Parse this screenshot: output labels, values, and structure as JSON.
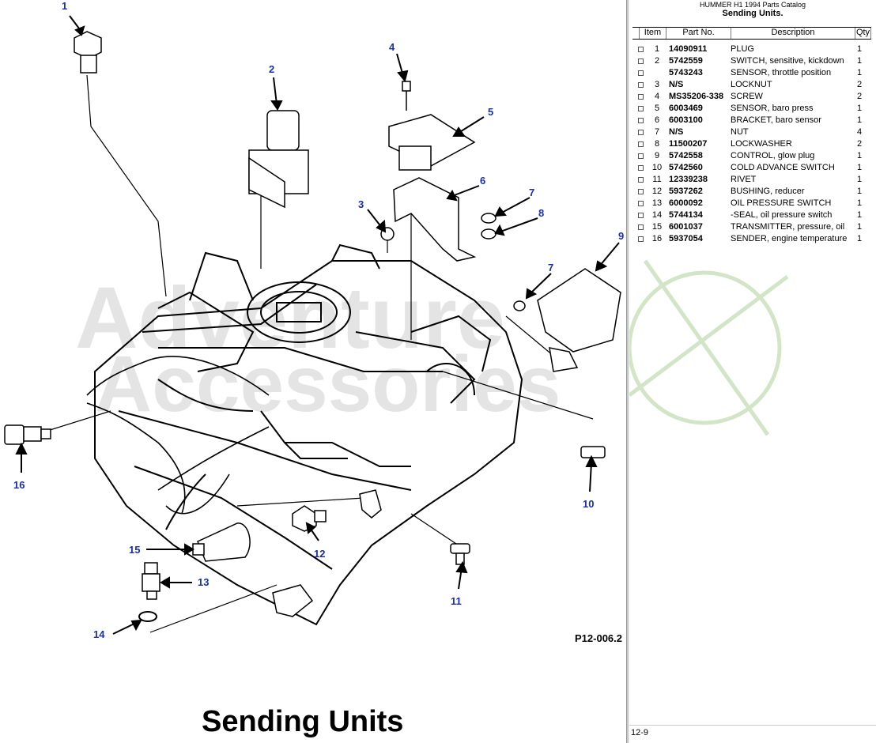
{
  "catalog": {
    "name": "HUMMER H1 1994 Parts Catalog",
    "section_title": "Sending Units."
  },
  "table": {
    "headers": {
      "item": "Item",
      "part": "Part No.",
      "description": "Description",
      "qty": "Qty"
    },
    "rows": [
      {
        "item": "1",
        "part": "14090911",
        "description": "PLUG",
        "qty": "1"
      },
      {
        "item": "2",
        "part": "5742559",
        "description": "SWITCH, sensitive, kickdown",
        "qty": "1"
      },
      {
        "item": "",
        "part": "5743243",
        "description": "SENSOR, throttle position",
        "qty": "1"
      },
      {
        "item": "3",
        "part": "N/S",
        "description": "LOCKNUT",
        "qty": "2"
      },
      {
        "item": "4",
        "part": "MS35206-338",
        "description": "SCREW",
        "qty": "2"
      },
      {
        "item": "5",
        "part": "6003469",
        "description": "SENSOR, baro press",
        "qty": "1"
      },
      {
        "item": "6",
        "part": "6003100",
        "description": "BRACKET, baro sensor",
        "qty": "1"
      },
      {
        "item": "7",
        "part": "N/S",
        "description": "NUT",
        "qty": "4"
      },
      {
        "item": "8",
        "part": "11500207",
        "description": "LOCKWASHER",
        "qty": "2"
      },
      {
        "item": "9",
        "part": "5742558",
        "description": "CONTROL, glow plug",
        "qty": "1"
      },
      {
        "item": "10",
        "part": "5742560",
        "description": "COLD ADVANCE SWITCH",
        "qty": "1"
      },
      {
        "item": "11",
        "part": "12339238",
        "description": "RIVET",
        "qty": "1"
      },
      {
        "item": "12",
        "part": "5937262",
        "description": "BUSHING, reducer",
        "qty": "1"
      },
      {
        "item": "13",
        "part": "6000092",
        "description": "OIL PRESSURE SWITCH",
        "qty": "1"
      },
      {
        "item": "14",
        "part": "5744134",
        "description": "-SEAL, oil pressure switch",
        "qty": "1"
      },
      {
        "item": "15",
        "part": "6001037",
        "description": "TRANSMITTER, pressure, oil",
        "qty": "1"
      },
      {
        "item": "16",
        "part": "5937054",
        "description": "SENDER, engine temperature",
        "qty": "1"
      }
    ]
  },
  "diagram": {
    "callouts": [
      "1",
      "2",
      "3",
      "4",
      "5",
      "6",
      "7",
      "8",
      "9",
      "7",
      "10",
      "11",
      "12",
      "13",
      "14",
      "15",
      "16"
    ],
    "figure_ref": "P12-006.2",
    "caption": "Sending Units",
    "watermark": "Adventure Accessories"
  },
  "footer": {
    "page_number": "12-9"
  },
  "colors": {
    "callout": "#1a2fb0",
    "divider": "#c8c8c8",
    "watermark": "#cccccc",
    "compass": "#c8dfb8"
  }
}
